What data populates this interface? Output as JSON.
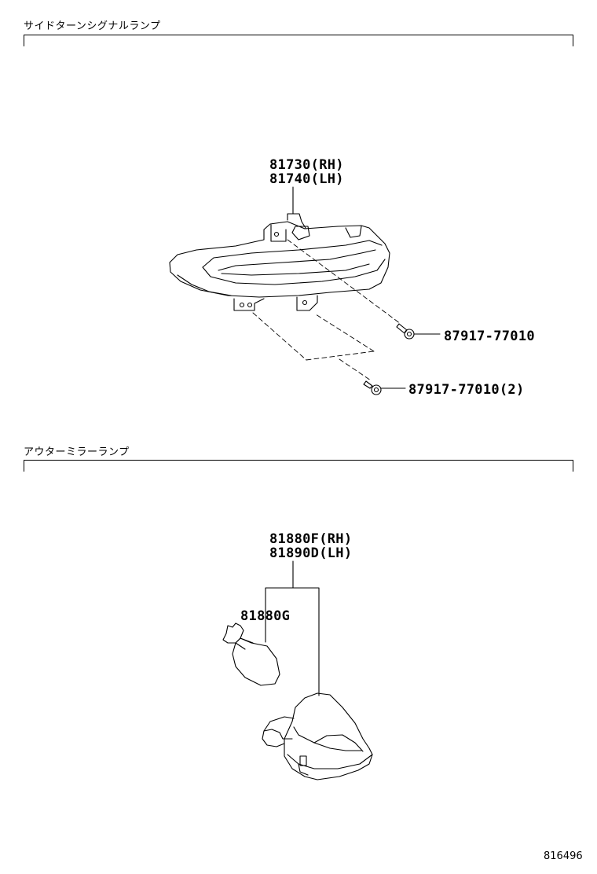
{
  "sections": [
    {
      "title": "サイドターンシグナルランプ",
      "parts": {
        "lamp_rh": "81730(RH)",
        "lamp_lh": "81740(LH)",
        "screw_single": "87917-77010",
        "screw_double": "87917-77010(2)"
      }
    },
    {
      "title": "アウターミラーランプ",
      "parts": {
        "lamp_rh": "81880F(RH)",
        "lamp_lh": "81890D(LH)",
        "bulb": "81880G"
      }
    }
  ],
  "diagram_ref": "816496"
}
